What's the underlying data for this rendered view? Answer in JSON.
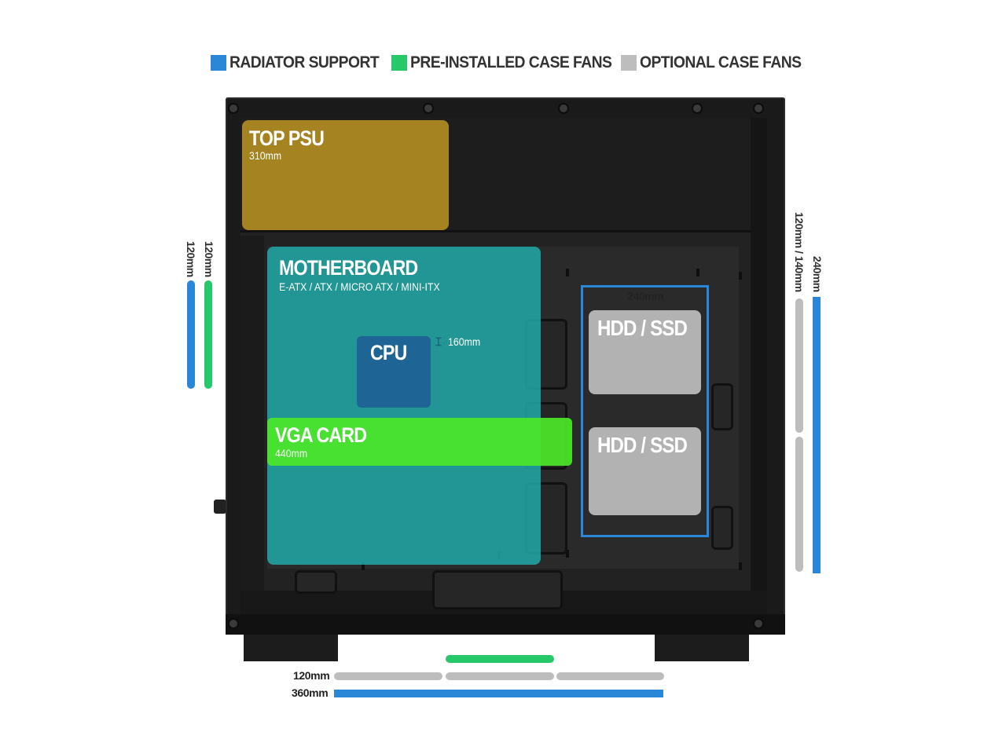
{
  "legend": {
    "radiator_support": "RADIATOR SUPPORT",
    "pre_installed_fans": "PRE-INSTALLED CASE FANS",
    "optional_fans": "OPTIONAL CASE FANS"
  },
  "colors": {
    "radiator": "#2a86d6",
    "pre_installed": "#26c86a",
    "optional": "#bdbdbd",
    "psu": "#bb9421",
    "motherboard": "#20a8a5",
    "cpu": "#1e5f96",
    "vga": "#4ce628",
    "hdd": "#c8c8c8"
  },
  "components": {
    "psu": {
      "title": "TOP PSU",
      "size": "310mm"
    },
    "motherboard": {
      "title": "MOTHERBOARD",
      "formats": "E-ATX / ATX / MICRO ATX / MINI-ITX"
    },
    "cpu": {
      "title": "CPU",
      "cooler_height": "160mm"
    },
    "vga": {
      "title": "VGA CARD",
      "size": "440mm"
    },
    "radiator_front": {
      "size": "240mm"
    },
    "drives": [
      {
        "label": "HDD / SSD"
      },
      {
        "label": "HDD / SSD"
      }
    ]
  },
  "dimensions": {
    "left_radiator": "120mm",
    "left_fan": "120mm",
    "right_fan": "120mm / 140mm",
    "right_radiator": "240mm",
    "bottom_fan": "120mm",
    "bottom_radiator": "360mm"
  }
}
